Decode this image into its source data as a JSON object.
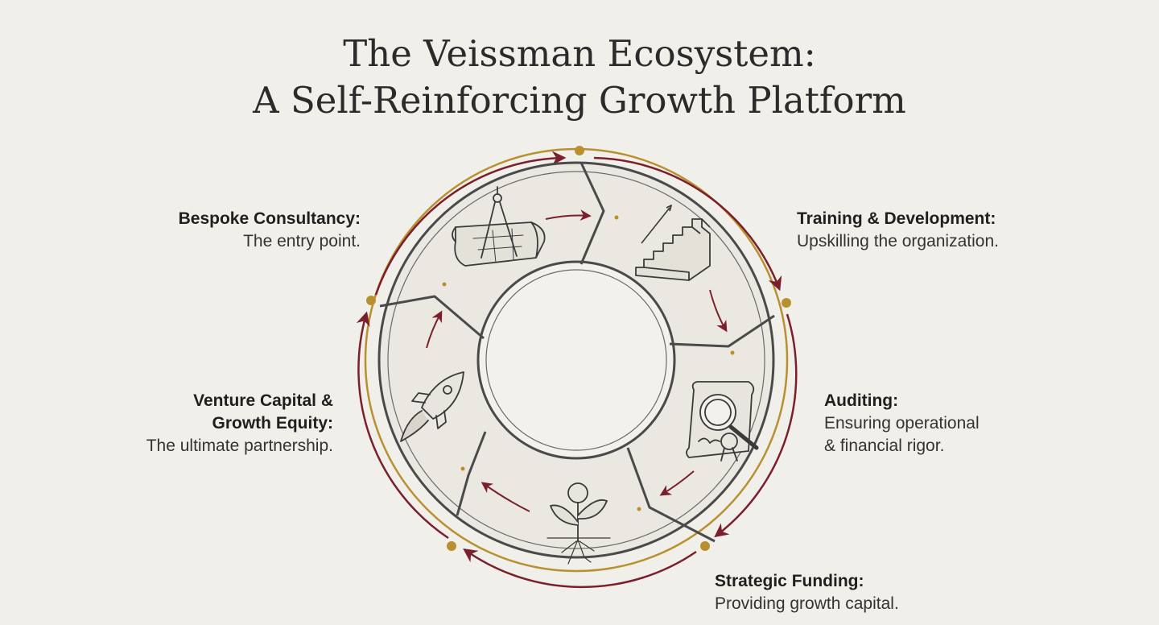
{
  "title": {
    "line1": "The Veissman Ecosystem:",
    "line2": "A Self-Reinforcing Growth Platform"
  },
  "colors": {
    "background": "#f1efea",
    "arrow": "#7a1f2b",
    "gold": "#b8902f",
    "ink": "#3a3a3a"
  },
  "stages": [
    {
      "heading": "Bespoke Consultancy:",
      "desc_lines": [
        "The entry point."
      ],
      "icon": "compass-blueprint-icon"
    },
    {
      "heading": "Training & Development:",
      "desc_lines": [
        "Upskilling the organization."
      ],
      "icon": "staircase-icon"
    },
    {
      "heading": "Auditing:",
      "desc_lines": [
        "Ensuring operational",
        "& financial rigor."
      ],
      "icon": "magnifier-document-icon"
    },
    {
      "heading": "Strategic Funding:",
      "desc_lines": [
        "Providing growth capital."
      ],
      "icon": "money-plant-icon"
    },
    {
      "heading_lines": [
        "Venture Capital &",
        "Growth Equity:"
      ],
      "desc_lines": [
        "The ultimate partnership."
      ],
      "icon": "rocket-icon"
    }
  ]
}
